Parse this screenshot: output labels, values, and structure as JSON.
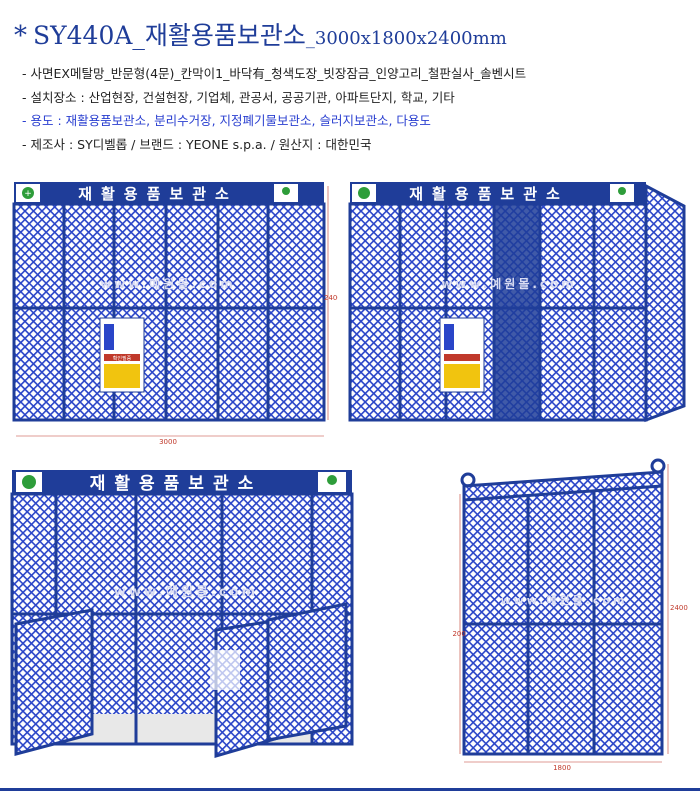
{
  "header": {
    "star": "*",
    "title": "SY440A_재활용품보관소",
    "dims": "_3000x1800x2400mm"
  },
  "specs": [
    "- 사면EX메탈망_반문형(4문)_칸막이1_바닥有_청색도장_빗장잠금_인양고리_철판실사_솔벤시트",
    "- 설치장소 : 산업현장, 건설현장, 기업체, 관공서, 공공기관, 아파트단지, 학교, 기타",
    "- 용도 : 재활용품보관소, 분리수거장, 지정폐기물보관소, 슬러지보관소, 다용도",
    "- 제조사 : SY디벨롭  /  브랜드 : YEONE s.p.a.  /  원산지 : 대한민국"
  ],
  "sign": {
    "text": "재활용품보관소",
    "left_icon": "recycle-icon",
    "right_icon": "leaf-logo-icon"
  },
  "watermark": "www.예원몰.com",
  "notice": {
    "label": "확인필증"
  },
  "dimensions": {
    "width": "3000",
    "height": "2400",
    "side_depth": "1800",
    "side_height": "2200",
    "side_total": "2400"
  },
  "colors": {
    "frame": "#1f3d99",
    "mesh": "#2a45c8",
    "sign_bg": "#1f3d99",
    "accent_red": "#c0392b"
  }
}
